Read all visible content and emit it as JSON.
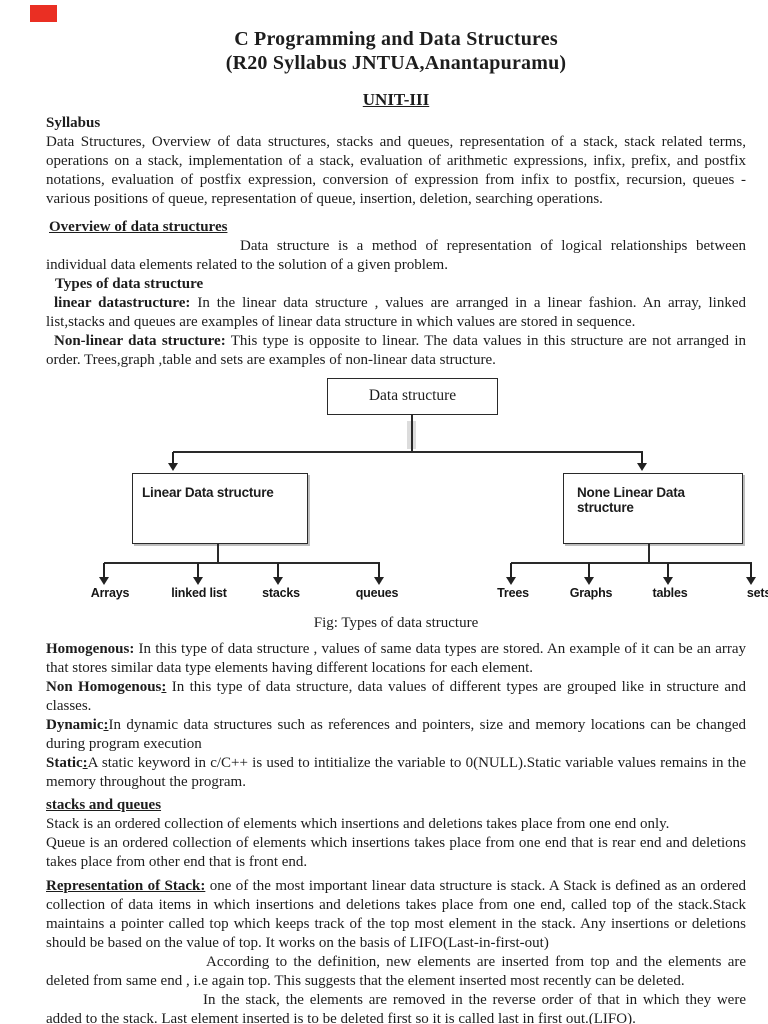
{
  "colors": {
    "marker_red": "#ea2f23"
  },
  "header": {
    "title_line1": "C Programming and Data Structures",
    "title_line2": "(R20 Syllabus JNTUA,Anantapuramu)",
    "unit": "UNIT-III"
  },
  "syllabus": {
    "heading": "Syllabus",
    "body": "Data Structures, Overview of data structures, stacks and queues, representation of a stack, stack related terms, operations on a stack, implementation of a stack, evaluation of arithmetic expressions, infix, prefix, and postfix notations, evaluation of postfix expression, conversion of expression from infix to postfix, recursion, queues - various positions of queue, representation of queue, insertion, deletion, searching operations."
  },
  "overview": {
    "heading": "Overview of data structures",
    "intro": "Data structure is a method of representation of logical relationships between individual data elements related to the solution of a given problem.",
    "types_heading": "Types of data structure",
    "linear_label": "linear datastructure:",
    "linear_text": " In the linear data structure , values are arranged in a linear fashion. An array, linked list,stacks and queues are examples of linear data structure in which values are stored in sequence.",
    "nonlinear_label": "Non-linear data structure:",
    "nonlinear_text": " This type is opposite to linear. The data values in this structure are not arranged in order. Trees,graph ,table and sets are examples of non-linear data structure."
  },
  "diagram": {
    "root": "Data structure",
    "left_box": "Linear Data structure",
    "right_box": "None Linear Data structure",
    "left_leaves": [
      "Arrays",
      "linked list",
      "stacks",
      "queues"
    ],
    "right_leaves": [
      "Trees",
      "Graphs",
      "tables",
      "sets"
    ],
    "caption": "Fig: Types of data structure"
  },
  "definitions": [
    {
      "label": "Homogenous:",
      "text": " In this type of data structure , values of same data types are stored. An example of it can be an array that stores similar data type elements having different locations for each element."
    },
    {
      "label": "Non Homogenous",
      "colon": ":",
      "text": " In this type of data structure, data values of different types are grouped like in structure and classes."
    },
    {
      "label": "Dynamic",
      "colon": ":",
      "text": "In dynamic data structures such as references and pointers, size and memory locations can be changed during program execution"
    },
    {
      "label": "Static",
      "colon": ":",
      "text": "A static keyword in c/C++ is used to intitialize the variable to 0(NULL).Static variable values remains in the memory throughout the program."
    }
  ],
  "stacks_queues": {
    "heading": "stacks and queues",
    "stack_line": "Stack is an ordered collection of elements which insertions and deletions takes place from one end only.",
    "queue_line": "Queue is an ordered collection of elements which insertions takes place from one end that is rear end and deletions takes place from other end that is front end."
  },
  "representation": {
    "label": "Representation of Stack:",
    "text": " one of the most important linear data structure is stack. A Stack is defined as an ordered collection of data items in which insertions and deletions takes place from one end, called top of the stack.Stack maintains a pointer called top which keeps track of the top most element in the stack. Any insertions or deletions should be based on the value of top. It works on the basis of LIFO(Last-in-first-out)",
    "para2": "According to the definition, new elements are inserted from top and the elements are deleted from same end , i.e again top. This suggests that the element inserted most recently can be deleted.",
    "para3": "In the stack, the elements are removed in the reverse order of that in which they were added to the stack. Last element inserted is to be deleted first so it is called last in first out.(LIFO)."
  }
}
